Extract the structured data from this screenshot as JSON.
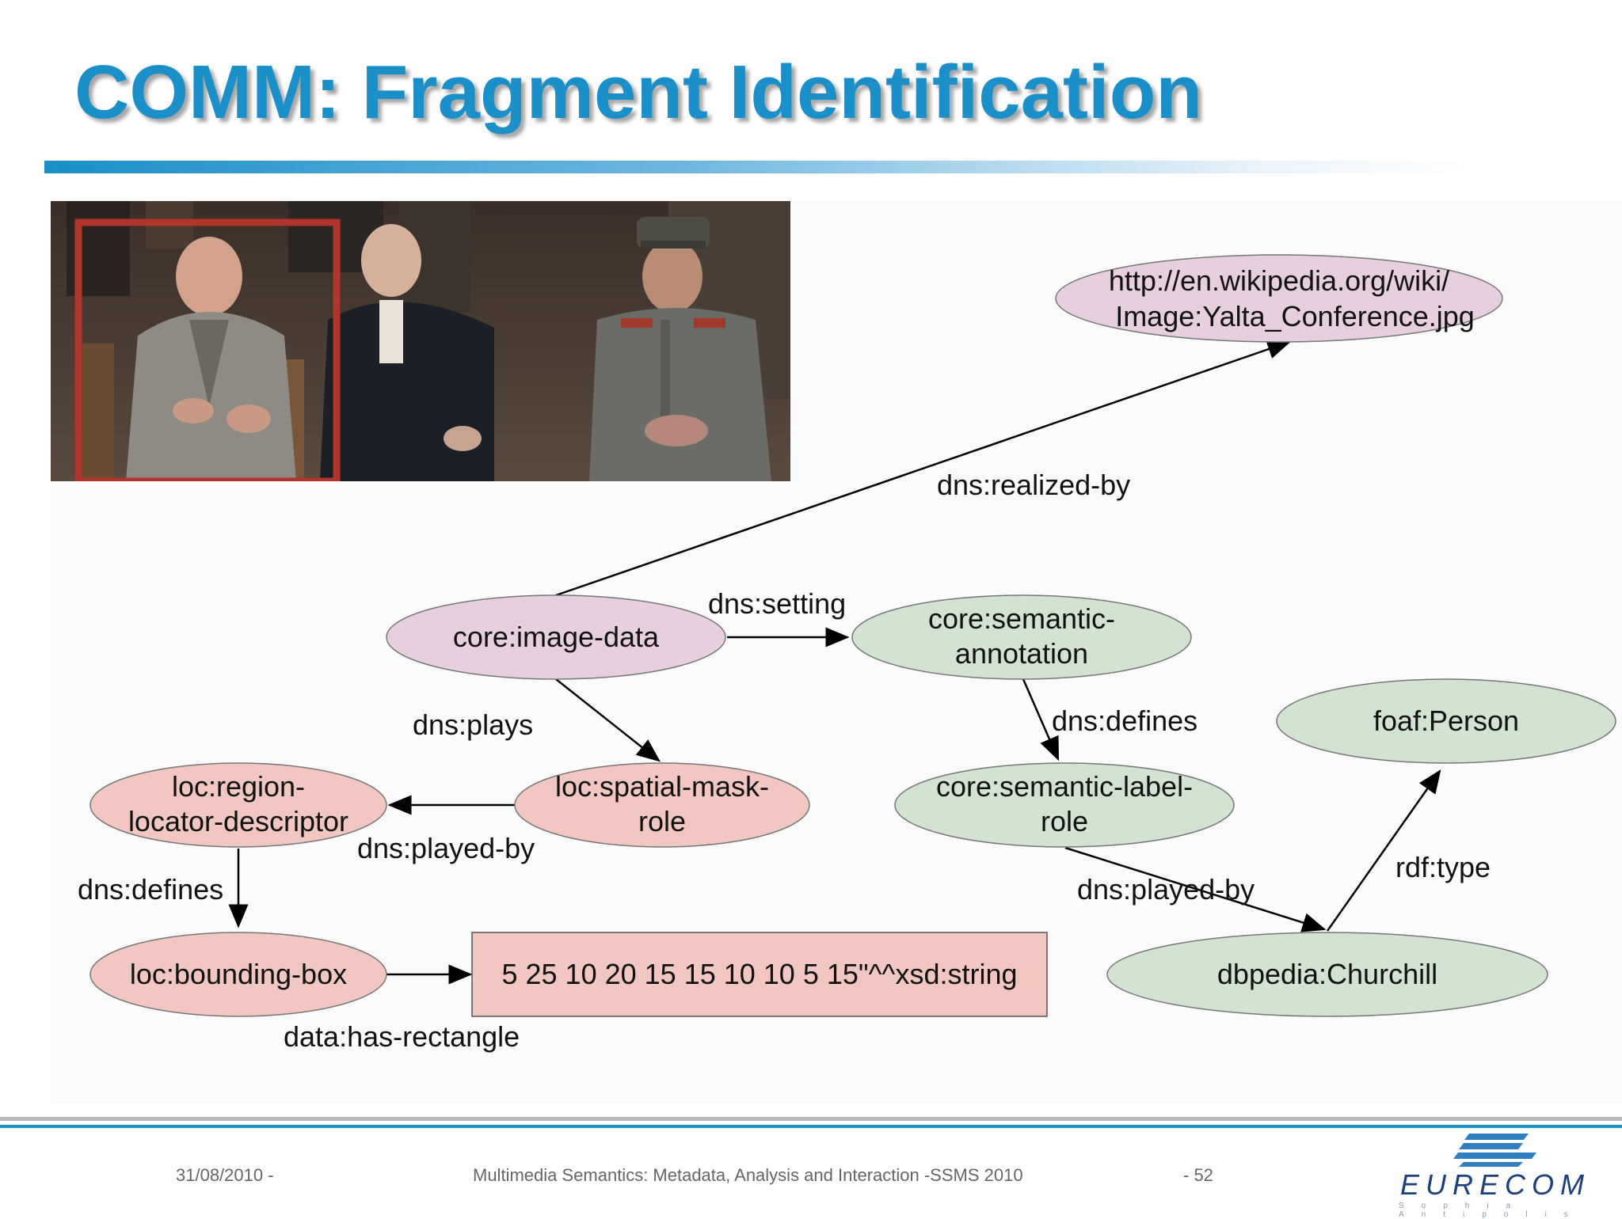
{
  "slide": {
    "title": "COMM: Fragment Identification"
  },
  "photo": {
    "caption": ""
  },
  "nodes": {
    "wiki_image": {
      "lines": [
        "http://en.wikipedia.org/wiki/",
        "Image:Yalta_Conference.jpg"
      ],
      "color": "#e7cfe0"
    },
    "image_data": {
      "lines": [
        "core:image-data"
      ],
      "color": "#e7cfe0"
    },
    "semantic_annotation": {
      "lines": [
        "core:semantic-",
        "annotation"
      ],
      "color": "#d3e3d2"
    },
    "foaf_person": {
      "lines": [
        "foaf:Person"
      ],
      "color": "#d3e3d2"
    },
    "region_locator": {
      "lines": [
        "loc:region-",
        "locator-descriptor"
      ],
      "color": "#f2c7c2"
    },
    "spatial_mask_role": {
      "lines": [
        "loc:spatial-mask-",
        "role"
      ],
      "color": "#f2c7c2"
    },
    "semantic_label_role": {
      "lines": [
        "core:semantic-label-",
        "role"
      ],
      "color": "#d3e3d2"
    },
    "bounding_box": {
      "lines": [
        "loc:bounding-box"
      ],
      "color": "#f2c7c2"
    },
    "rectangle_literal": {
      "lines": [
        "5 25 10 20 15 15 10 10 5 15\"^^xsd:string"
      ],
      "color": "#f2c7c2"
    },
    "dbpedia_churchill": {
      "lines": [
        "dbpedia:Churchill"
      ],
      "color": "#d3e3d2"
    }
  },
  "edges": {
    "realized_by": "dns:realized-by",
    "setting": "dns:setting",
    "plays": "dns:plays",
    "defines_semantic": "dns:defines",
    "played_by_region": "dns:played-by",
    "defines_region": "dns:defines",
    "played_by_churchill": "dns:played-by",
    "rdf_type": "rdf:type",
    "has_rectangle": "data:has-rectangle"
  },
  "footer": {
    "date": "31/08/2010 -",
    "event": "Multimedia Semantics: Metadata, Analysis and Interaction -SSMS 2010",
    "page": "- 52"
  },
  "logo": {
    "word": "EURECOM",
    "sub": "Sophia Antipolis"
  }
}
